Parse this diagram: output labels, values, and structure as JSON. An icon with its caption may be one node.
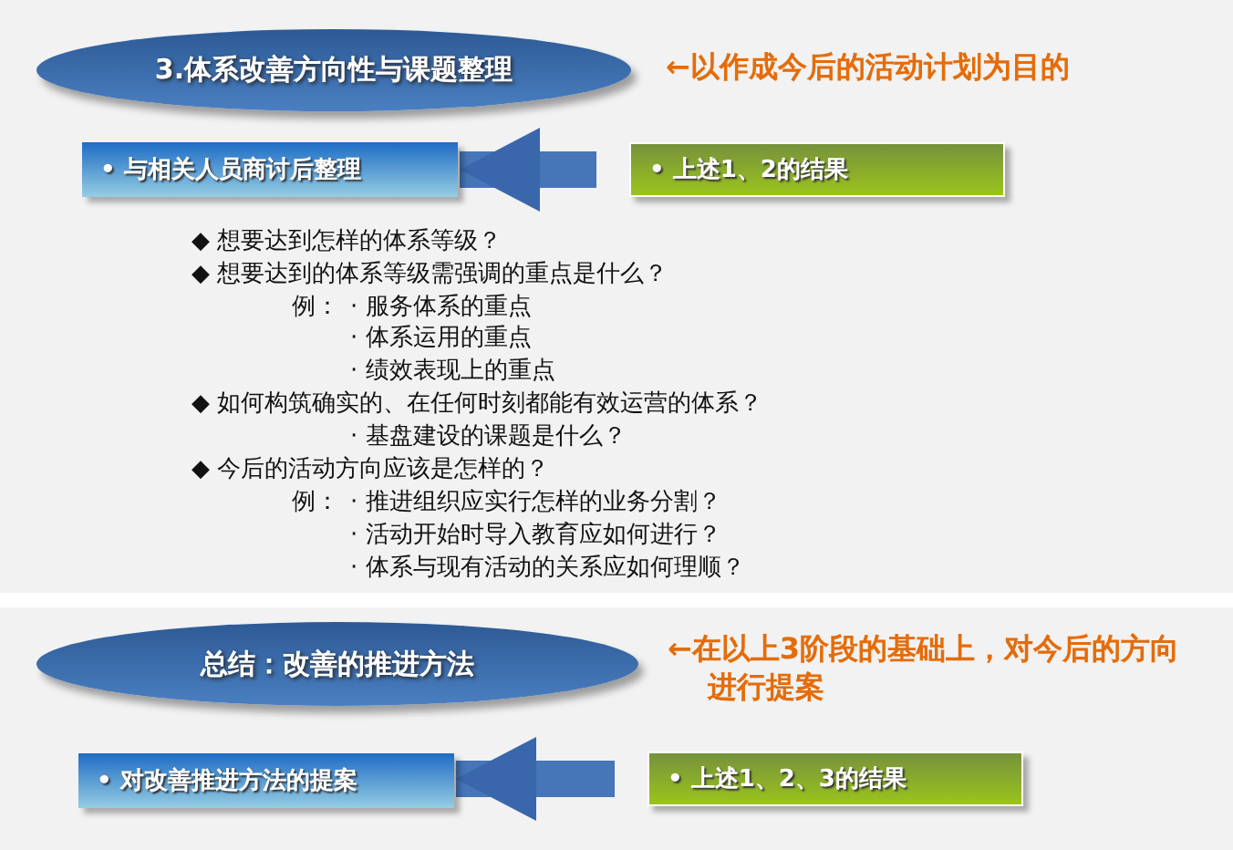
{
  "diagram": {
    "nodes": [
      {
        "text": [
          "3.体系改善方向性与课题整理"
        ],
        "beside": [
          "←以作成今后的活动计划为目的"
        ]
      },
      {
        "text": [
          "• 与相关人员商讨后整理"
        ]
      },
      {
        "text": [
          "• 上述1、2的结果"
        ]
      },
      {
        "text": [
          "总结：改善的推进方法"
        ],
        "beside": [
          "←在以上3阶段的基础上，对今后的方向进行提案"
        ]
      },
      {
        "text": [
          "• 对改善推进方法的提案"
        ]
      },
      {
        "text": [
          "• 上述1、2、3的结果"
        ]
      }
    ],
    "edges": [
      {
        "from": 2,
        "to": 1,
        "arrow": "to"
      },
      {
        "from": 5,
        "to": 4,
        "arrow": "to"
      }
    ],
    "labels": [
      "◆ 想要达到怎样的体系等级？",
      "◆ 想要达到的体系等级需强调的重点是什么？",
      "例：",
      "· 服务体系的重点",
      "· 体系运用的重点",
      "· 绩效表现上的重点",
      "◆ 如何构筑确实的、在任何时刻都能有效运营的体系？",
      "· 基盘建设的课题是什么？",
      "◆ 今后的活动方向应该是怎样的？",
      "例：",
      "· 推进组织应实行怎样的业务分割？",
      "· 活动开始时导入教育应如何进行？",
      "· 体系与现有活动的关系应如何理顺？"
    ]
  }
}
